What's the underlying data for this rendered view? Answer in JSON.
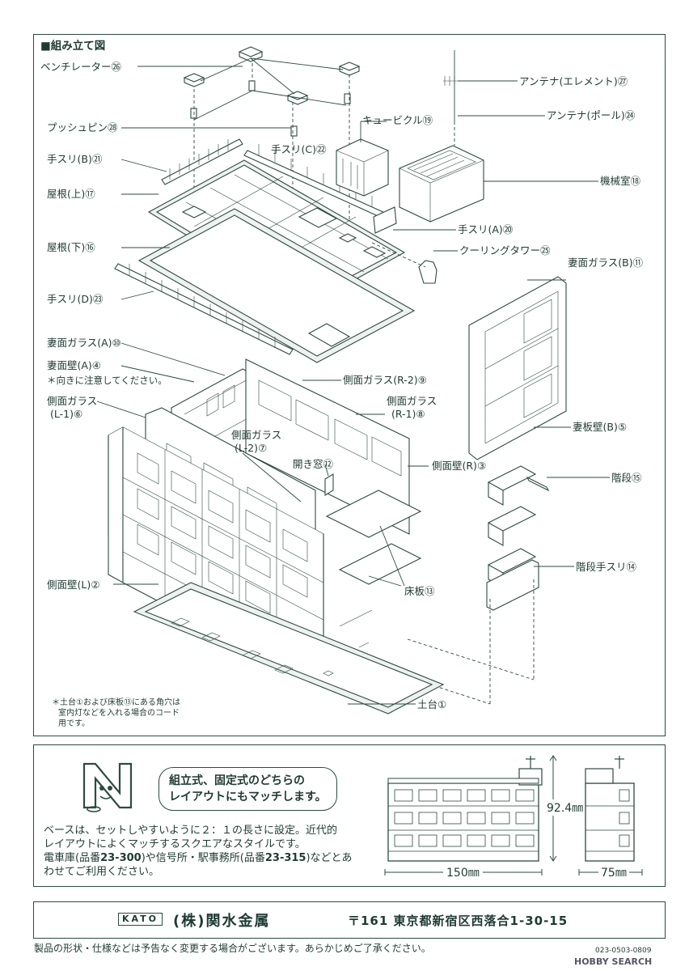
{
  "heading": "■組み立て図",
  "labels": {
    "ventilator": "ベンチレーター㉖",
    "push_pin": "プッシュピン㉘",
    "railing_b": "手スリ(B)㉑",
    "railing_c": "手スリ(C)㉒",
    "cubicle": "キュービクル⑲",
    "antenna_element": "アンテナ(エレメント)㉗",
    "antenna_pole": "アンテナ(ポール)㉔",
    "machine_room": "機械室⑱",
    "roof_upper": "屋根(上)⑰",
    "railing_a": "手スリ(A)⑳",
    "roof_lower": "屋根(下)⑯",
    "cooling_tower": "クーリングタワー㉕",
    "railing_d": "手スリ(D)㉓",
    "end_glass_b": "妻面ガラス(B)⑪",
    "end_glass_a": "妻面ガラス(A)⑩",
    "end_wall_a": "妻面壁(A)④",
    "orientation_note": "＊向きに注意してください。",
    "side_glass_r2": "側面ガラス(R-2)⑨",
    "side_glass_l1_a": "側面ガラス",
    "side_glass_l1_b": "(L-1)⑥",
    "side_glass_r1_a": "側面ガラス",
    "side_glass_r1_b": "(R-1)⑧",
    "side_glass_l2_a": "側面ガラス",
    "side_glass_l2_b": "(L-2)⑦",
    "end_wall_b": "妻板壁(B)⑤",
    "open_window": "開き窓⑫",
    "side_wall_r": "側面壁(R)③",
    "stairs": "階段⑮",
    "stair_railing": "階段手スリ⑭",
    "side_wall_l": "側面壁(L)②",
    "floor_plate": "床板⑬",
    "base": "土台①",
    "cord_note_1": "＊土台①および床板⑬にある角穴は",
    "cord_note_2": "室内灯などを入れる場合のコード",
    "cord_note_3": "用です。"
  },
  "info": {
    "bubble_line1": "組立式、固定式のどちらの",
    "bubble_line2": "レイアウトにもマッチします。",
    "desc_line1": "ベースは、セットしやすいように２：１の長さに設定。近代的",
    "desc_line2": "レイアウトによくマッチするスクエアなスタイルです。",
    "desc_line3_a": "電車庫(品番",
    "desc_line3_b": "23-300",
    "desc_line3_c": ")や信号所・駅事務所(品番",
    "desc_line3_d": "23-315",
    "desc_line3_e": ")などとあ",
    "desc_line4": "わせてご利用ください。",
    "dim_height": "92.4㎜",
    "dim_width": "150㎜",
    "dim_depth": "75㎜"
  },
  "footer": {
    "brand": "KATO",
    "company": "(株)関水金属",
    "address": "〒161 東京都新宿区西落合1-30-15",
    "disclaimer": "製品の形状・仕様などは予告なく変更する場合がございます。あらかじめご了承ください。",
    "code": "023-0503-0809",
    "watermark": "HOBBY SEARCH"
  }
}
